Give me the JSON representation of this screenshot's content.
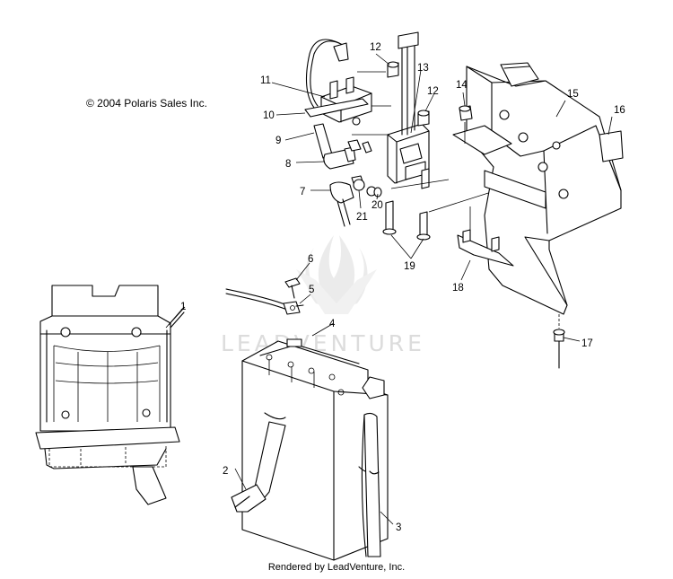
{
  "diagram": {
    "copyright": "© 2004 Polaris Sales Inc.",
    "footer": "Rendered by LeadVenture, Inc.",
    "watermark": "LEADVENTURE",
    "callouts": [
      "1",
      "2",
      "3",
      "4",
      "5",
      "6",
      "7",
      "8",
      "9",
      "10",
      "11",
      "12",
      "12",
      "13",
      "14",
      "15",
      "16",
      "17",
      "18",
      "19",
      "20",
      "21"
    ]
  }
}
